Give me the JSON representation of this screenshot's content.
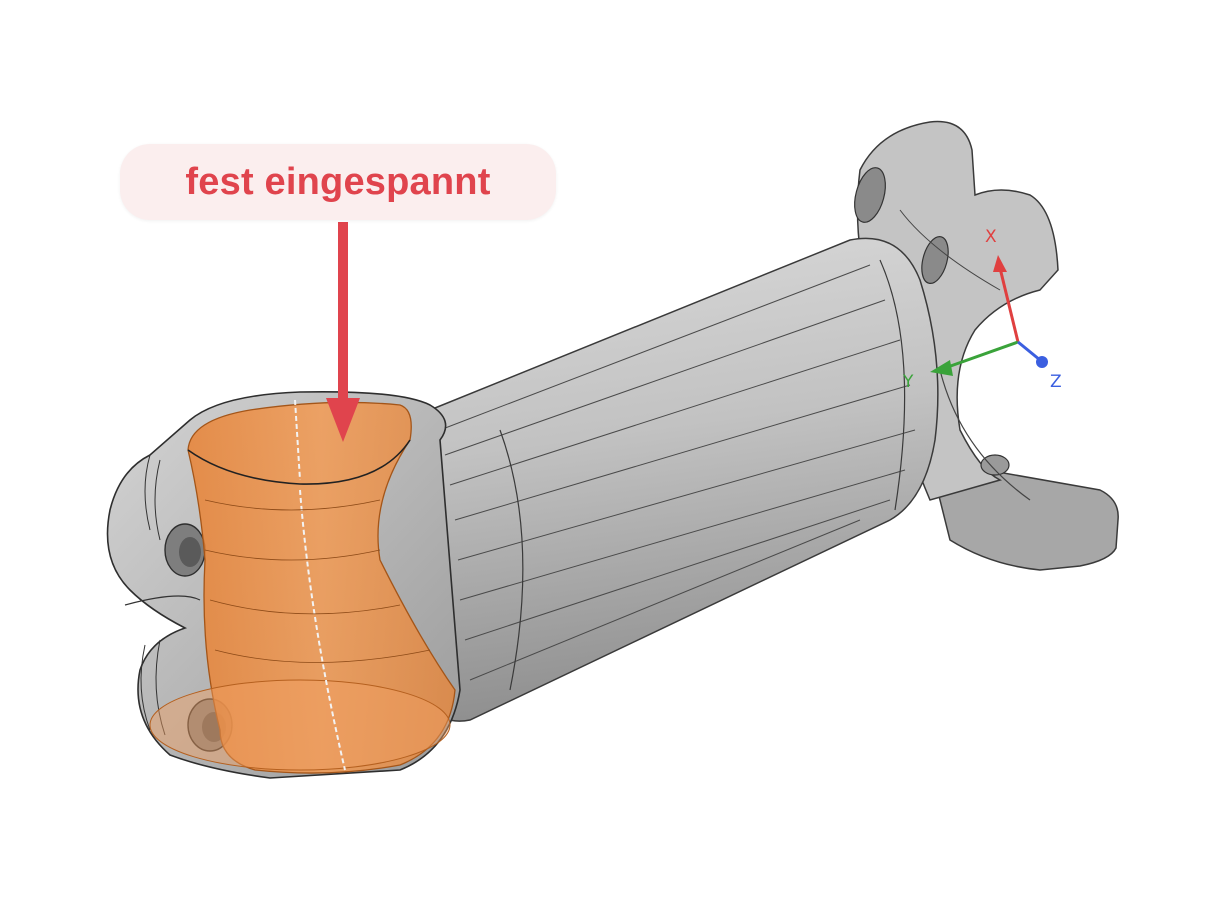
{
  "annotation": {
    "label": "fest eingespannt",
    "color": "#e0444d",
    "background": "#fbeeee"
  },
  "model": {
    "fixed_face_color": "#f08a3c",
    "body_color": "#b9b9b9"
  },
  "triad": {
    "x_label": "X",
    "y_label": "Y",
    "z_label": "Z",
    "x_color": "#e04040",
    "y_color": "#3aa33a",
    "z_color": "#3b5fe0"
  }
}
